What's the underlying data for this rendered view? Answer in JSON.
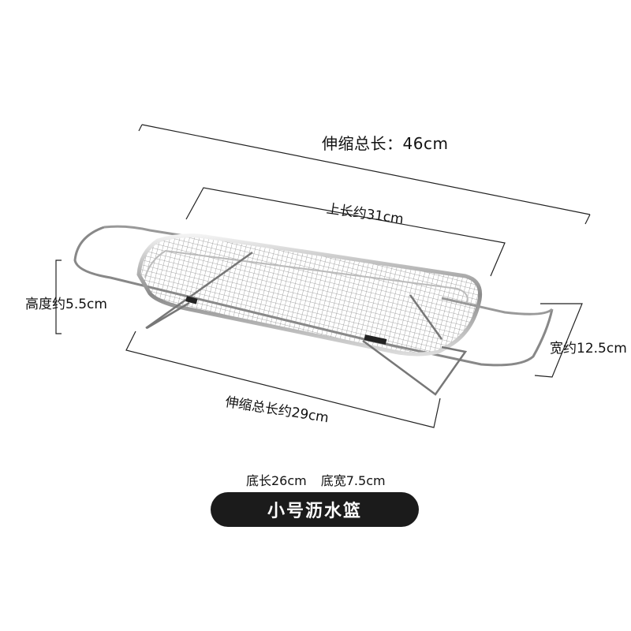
{
  "dimensions": {
    "extended_total_length": "伸缩总长：46cm",
    "top_length": "上长约31cm",
    "height": "高度约5.5cm",
    "width": "宽约12.5cm",
    "retracted_total_length": "伸缩总长约29cm",
    "base_length": "底长26cm",
    "base_width": "底宽7.5cm"
  },
  "product_label": "小号沥水篮",
  "colors": {
    "background": "#ffffff",
    "label_pill": "#1b1b1b",
    "label_text": "#ffffff",
    "steel": "#9a9a9a"
  }
}
